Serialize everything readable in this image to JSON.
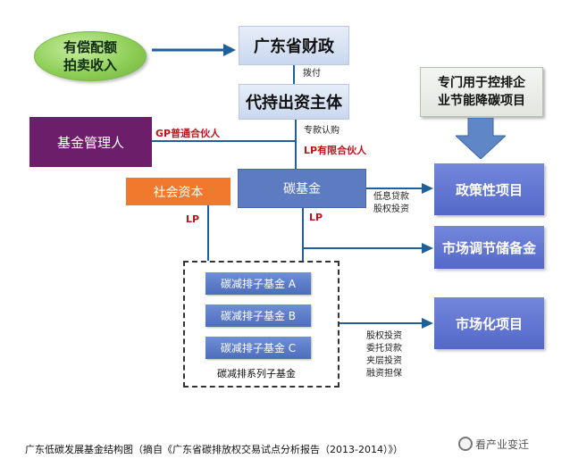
{
  "nodes": {
    "paid_quota": "有偿配额\n拍卖收入",
    "provincial_finance": "广东省财政",
    "investor": "代持出资主体",
    "fund_manager": "基金管理人",
    "social_capital": "社会资本",
    "carbon_fund": "碳基金",
    "policy_projects": "政策性项目",
    "market_reserve": "市场调节储备金",
    "market_projects": "市场化项目",
    "dedicated": "专门用于控排企\n业节能降碳项目",
    "sub_fund_a": "碳减排子基金 A",
    "sub_fund_b": "碳减排子基金 B",
    "sub_fund_c": "碳减排子基金 C",
    "sub_fund_series": "碳减排系列子基金"
  },
  "labels": {
    "allocation": "拨付",
    "subscription": "专款认购",
    "gp": "GP普通合伙人",
    "lp_limited": "LP有限合伙人",
    "lp_left": "LP",
    "lp_center": "LP",
    "policy_invest": "低息贷款\n股权投资",
    "market_invest": "股权投资\n委托贷款\n夹层投资\n融资担保"
  },
  "caption": "广东低碳发展基金结构图（摘自《广东省碳排放权交易试点分析报告（2013-2014）》）",
  "watermark": "看产业变迁"
}
